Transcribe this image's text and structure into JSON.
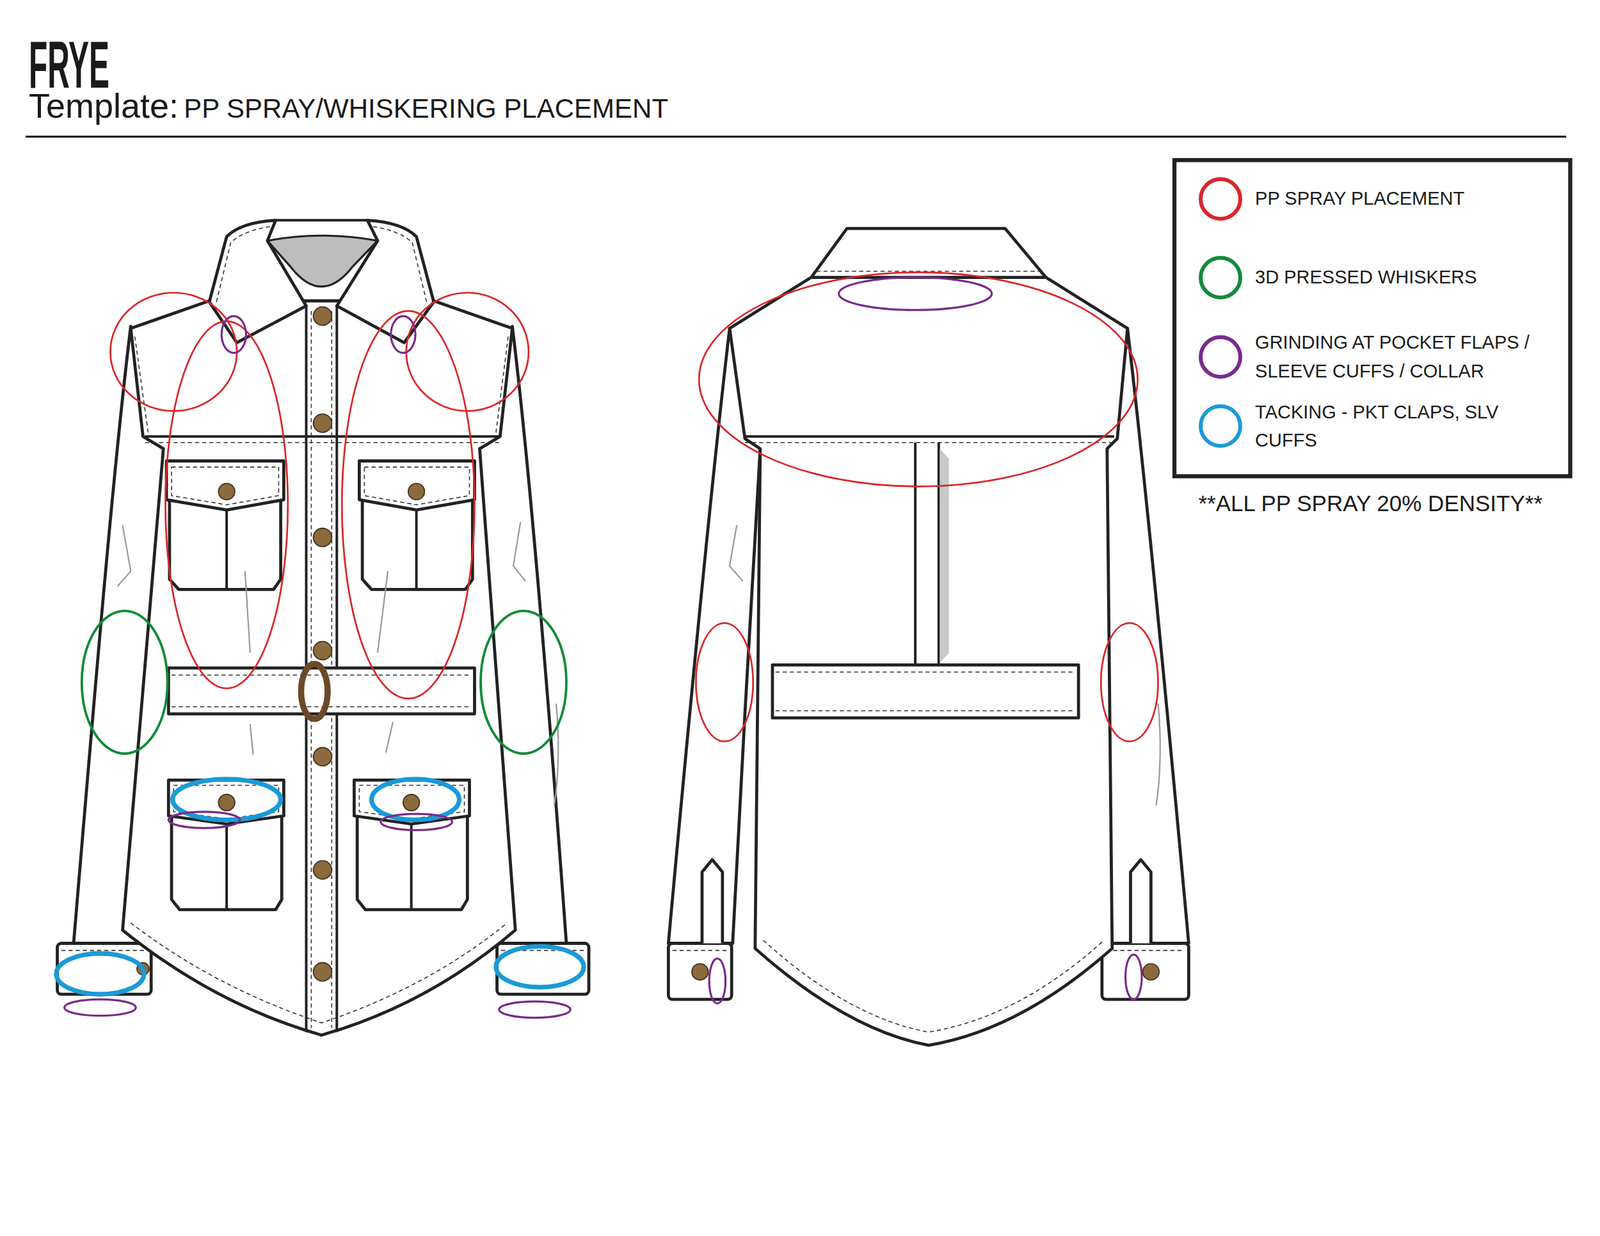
{
  "diagram": {
    "title": "FRYE",
    "labels": [
      "Template:",
      "PP SPRAY/WHISKERING PLACEMENT",
      "**ALL PP SPRAY 20% DENSITY**"
    ],
    "legend": [
      {
        "text": "PP SPRAY PLACEMENT",
        "color": "#d9262c"
      },
      {
        "text": "3D PRESSED WHISKERS",
        "color": "#138a3b"
      },
      {
        "text": "GRINDING AT POCKET FLAPS / SLEEVE CUFFS / COLLAR",
        "color": "#7a2a8c"
      },
      {
        "text": "TACKING - PKT CLAPS, SLV CUFFS",
        "color": "#1b9ad6"
      }
    ]
  }
}
